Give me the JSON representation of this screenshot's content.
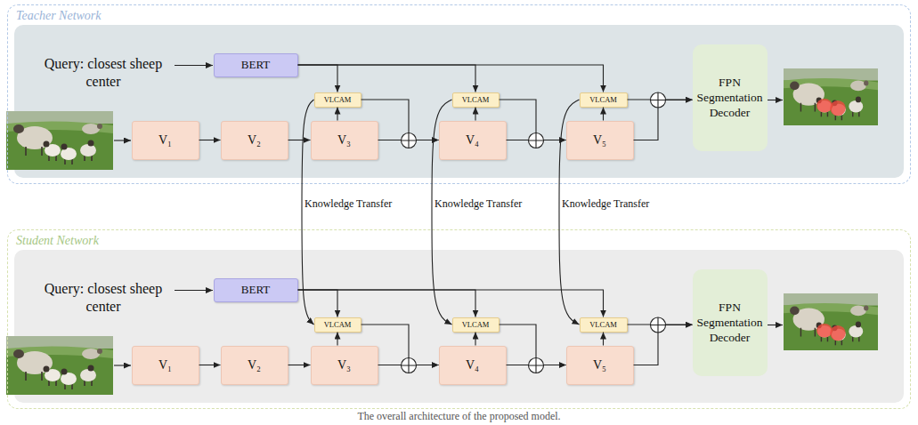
{
  "diagram": {
    "caption": "The overall architecture of the proposed model.",
    "nodes": [
      {
        "text": [
          "Teacher Network"
        ]
      },
      {
        "text": [
          "BERT"
        ],
        "in": 0
      },
      {
        "text": [
          "VLCAM"
        ],
        "in": 0
      },
      {
        "text": [
          "VLCAM"
        ],
        "in": 0
      },
      {
        "text": [
          "VLCAM"
        ],
        "in": 0
      },
      {
        "text": [
          "V₁"
        ],
        "in": 0
      },
      {
        "text": [
          "V₂"
        ],
        "in": 0
      },
      {
        "text": [
          "V₃"
        ],
        "in": 0
      },
      {
        "text": [
          "V₄"
        ],
        "in": 0
      },
      {
        "text": [
          "V₅"
        ],
        "in": 0
      },
      {
        "text": [
          "FPN Segmentation Decoder"
        ],
        "in": 0
      },
      {
        "text": [
          "Student Network"
        ]
      },
      {
        "text": [
          "BERT"
        ],
        "in": 11
      },
      {
        "text": [
          "VLCAM"
        ],
        "in": 11
      },
      {
        "text": [
          "VLCAM"
        ],
        "in": 11
      },
      {
        "text": [
          "VLCAM"
        ],
        "in": 11
      },
      {
        "text": [
          "V₁"
        ],
        "in": 11
      },
      {
        "text": [
          "V₂"
        ],
        "in": 11
      },
      {
        "text": [
          "V₃"
        ],
        "in": 11
      },
      {
        "text": [
          "V₄"
        ],
        "in": 11
      },
      {
        "text": [
          "V₅"
        ],
        "in": 11
      },
      {
        "text": [
          "FPN Segmentation Decoder"
        ],
        "in": 11
      }
    ],
    "edges": [
      {
        "from": 1,
        "to": 2,
        "arrow": "to"
      },
      {
        "from": 1,
        "to": 3,
        "arrow": "to"
      },
      {
        "from": 1,
        "to": 4,
        "arrow": "to"
      },
      {
        "from": 5,
        "to": 6,
        "arrow": "to"
      },
      {
        "from": 6,
        "to": 7,
        "arrow": "to"
      },
      {
        "from": 7,
        "to": 2,
        "arrow": "to"
      },
      {
        "from": 8,
        "to": 3,
        "arrow": "to"
      },
      {
        "from": 9,
        "to": 4,
        "arrow": "to"
      },
      {
        "from": 2,
        "to": 8,
        "arrow": "to"
      },
      {
        "from": 7,
        "to": 8,
        "arrow": "to"
      },
      {
        "from": 3,
        "to": 9,
        "arrow": "to"
      },
      {
        "from": 8,
        "to": 9,
        "arrow": "to"
      },
      {
        "from": 4,
        "to": 10,
        "arrow": "to"
      },
      {
        "from": 9,
        "to": 10,
        "arrow": "to"
      },
      {
        "from": 12,
        "to": 13,
        "arrow": "to"
      },
      {
        "from": 12,
        "to": 14,
        "arrow": "to"
      },
      {
        "from": 12,
        "to": 15,
        "arrow": "to"
      },
      {
        "from": 16,
        "to": 17,
        "arrow": "to"
      },
      {
        "from": 17,
        "to": 18,
        "arrow": "to"
      },
      {
        "from": 18,
        "to": 13,
        "arrow": "to"
      },
      {
        "from": 19,
        "to": 14,
        "arrow": "to"
      },
      {
        "from": 20,
        "to": 15,
        "arrow": "to"
      },
      {
        "from": 13,
        "to": 19,
        "arrow": "to"
      },
      {
        "from": 18,
        "to": 19,
        "arrow": "to"
      },
      {
        "from": 14,
        "to": 20,
        "arrow": "to"
      },
      {
        "from": 19,
        "to": 20,
        "arrow": "to"
      },
      {
        "from": 15,
        "to": 21,
        "arrow": "to"
      },
      {
        "from": 20,
        "to": 21,
        "arrow": "to"
      },
      {
        "from": 2,
        "to": 13,
        "arrow": "to",
        "label": "Knowledge Transfer"
      },
      {
        "from": 3,
        "to": 14,
        "arrow": "to",
        "label": "Knowledge Transfer"
      },
      {
        "from": 4,
        "to": 15,
        "arrow": "to",
        "label": "Knowledge Transfer"
      }
    ],
    "labels": [
      "Query: closest sheep center",
      "Query: closest sheep center"
    ]
  }
}
